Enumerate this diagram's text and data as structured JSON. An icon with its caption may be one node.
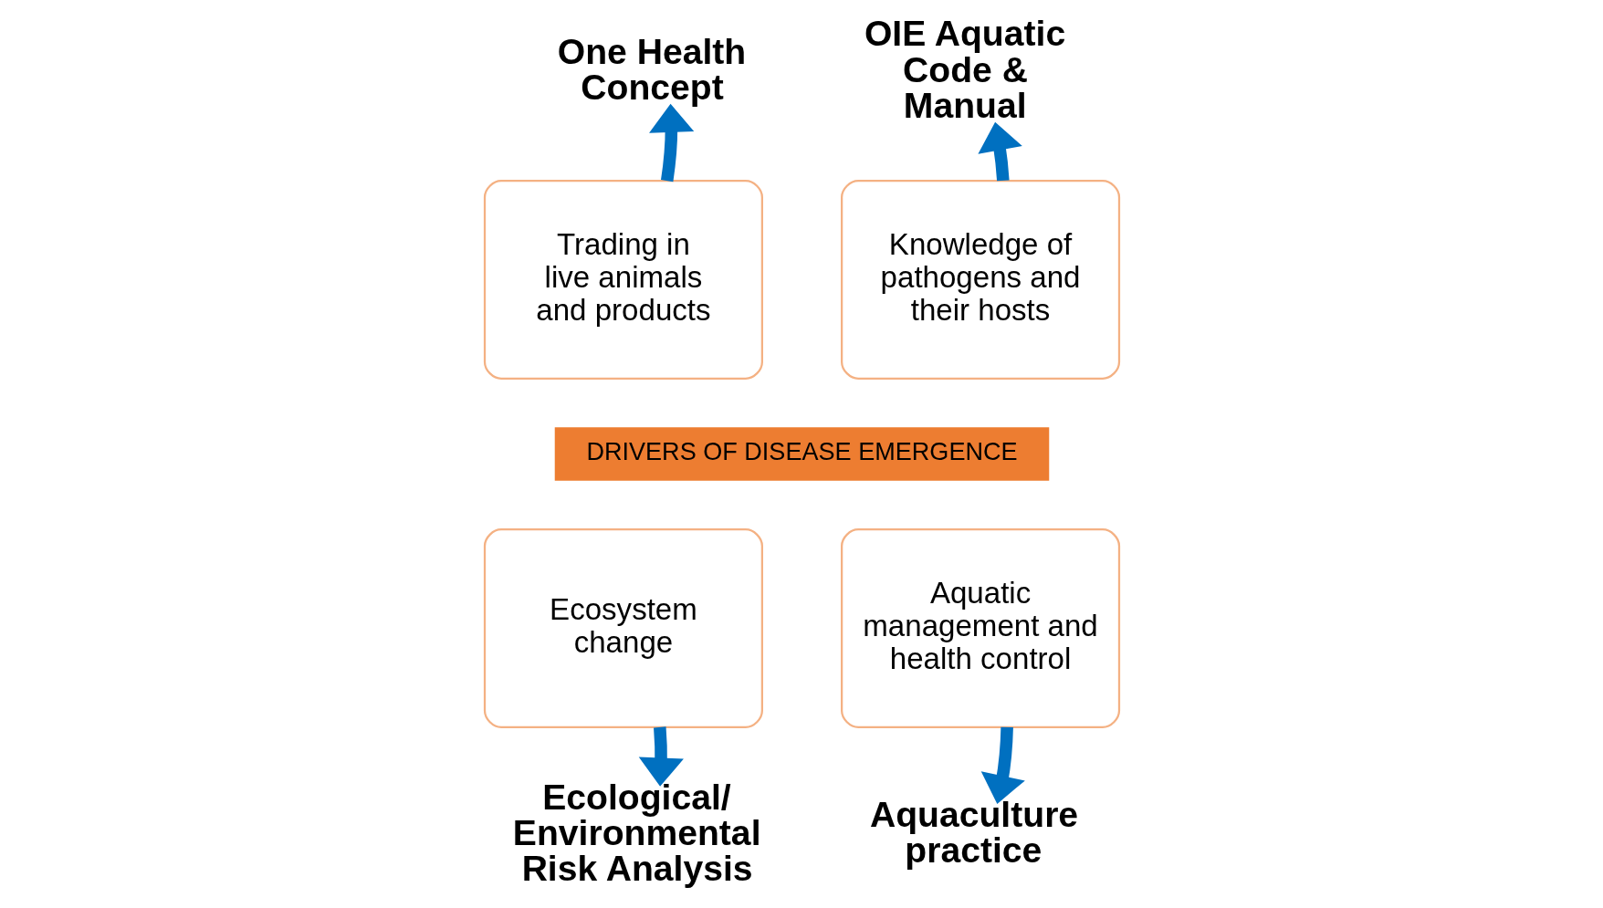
{
  "diagram": {
    "nodes": [
      {
        "text": [
          "Trading in live animals and products"
        ]
      },
      {
        "text": [
          "Knowledge of pathogens and their hosts"
        ]
      },
      {
        "text": [
          "DRIVERS OF DISEASE EMERGENCE"
        ]
      },
      {
        "text": [
          "Ecosystem change"
        ]
      },
      {
        "text": [
          "Aquatic management and health control"
        ]
      },
      {
        "text": [
          "One Health Concept"
        ]
      },
      {
        "text": [
          "OIE Aquatic Code & Manual"
        ]
      },
      {
        "text": [
          "Ecological/ Environmental Risk Analysis"
        ]
      },
      {
        "text": [
          "Aquaculture practice"
        ]
      }
    ],
    "edges": [
      {
        "from": 0,
        "to": 5,
        "arrow": "to"
      },
      {
        "from": 1,
        "to": 6,
        "arrow": "to"
      },
      {
        "from": 3,
        "to": 7,
        "arrow": "to"
      },
      {
        "from": 4,
        "to": 8,
        "arrow": "to"
      }
    ]
  }
}
